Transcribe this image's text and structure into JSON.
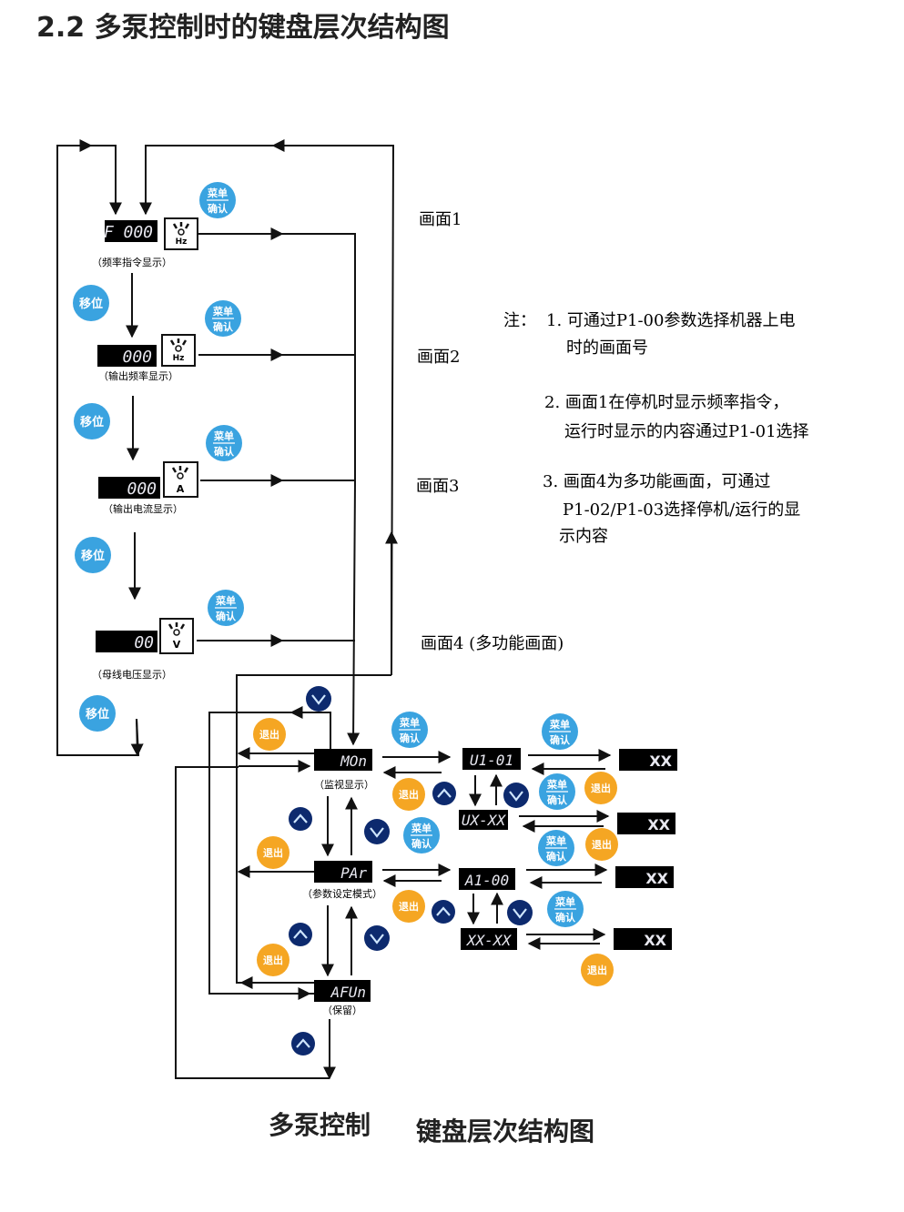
{
  "title": "2.2  多泵控制时的键盘层次结构图",
  "colors": {
    "menu_button": "#3aa3e0",
    "exit_button": "#f5a623",
    "arrow_button": "#0d2a6e",
    "display": "#000000",
    "segment_text": "#e8e8f0"
  },
  "buttons": {
    "menu_line1": "菜单",
    "menu_line2": "确认",
    "shift": "移位",
    "exit": "退出",
    "up_icon": "chevron-up-icon",
    "down_icon": "chevron-down-icon"
  },
  "top_screens": [
    {
      "display": "F 000",
      "unit": "Hz",
      "caption": "（频率指令显示）",
      "screen": "画面1"
    },
    {
      "display": "000",
      "unit": "Hz",
      "caption": "（输出频率显示）",
      "screen": "画面2"
    },
    {
      "display": "000",
      "unit": "A",
      "caption": "（输出电流显示）",
      "screen": "画面3"
    },
    {
      "display": "00",
      "unit": "V",
      "caption": "（母线电压显示）",
      "screen": "画面4 (多功能画面)"
    }
  ],
  "modes": [
    {
      "display": "MOn",
      "caption": "（监视显示）"
    },
    {
      "display": "PAr",
      "caption": "（参数设定模式）"
    },
    {
      "display": "AFUn",
      "caption": "（保留）"
    }
  ],
  "sub_displays": [
    "U1-01",
    "UX-XX",
    "A1-00",
    "XX-XX"
  ],
  "value_displays": [
    "XX",
    "XX",
    "XX",
    "XX"
  ],
  "notes": {
    "prefix": "注：",
    "lines": [
      "1. 可通过P1-00参数选择机器上电",
      "时的画面号",
      "2.  画面1在停机时显示频率指令，",
      "运行时显示的内容通过P1-01选择",
      "3.  画面4为多功能画面，可通过",
      "P1-02/P1-03选择停机/运行的显",
      "示内容"
    ]
  },
  "caption": {
    "part1": "多泵控制",
    "part2": "键盘层次结构图"
  }
}
